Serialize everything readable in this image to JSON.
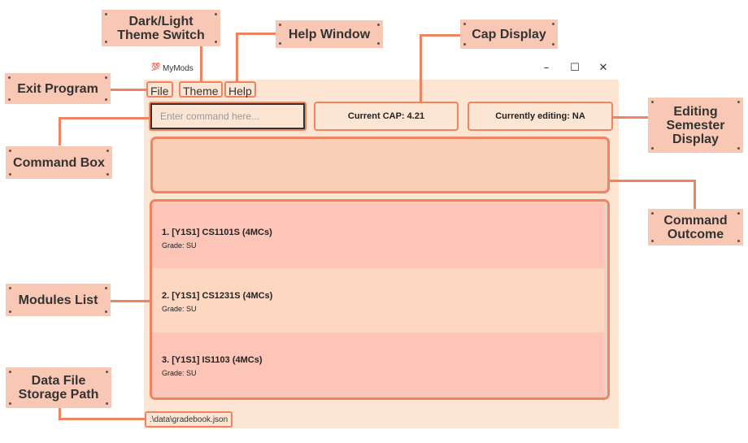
{
  "window": {
    "title": "MyMods",
    "app_icon": "💯",
    "controls": {
      "minimize": "–",
      "maximize": "☐",
      "close": "✕"
    }
  },
  "menu": {
    "file": "File",
    "theme": "Theme",
    "help": "Help"
  },
  "command_box": {
    "placeholder": "Enter command here..."
  },
  "cap_display": {
    "text": "Current CAP: 4.21"
  },
  "editing_display": {
    "text": "Currently editing: NA"
  },
  "modules": [
    {
      "title": "1.  [Y1S1] CS1101S (4MCs)",
      "grade": "Grade: SU",
      "color": "#fcc5b8"
    },
    {
      "title": "2.  [Y1S1] CS1231S (4MCs)",
      "grade": "Grade: SU",
      "color": "#fdd7c0"
    },
    {
      "title": "3.  [Y1S1] IS1103 (4MCs)",
      "grade": "Grade: SU",
      "color": "#fcc5b8"
    }
  ],
  "status": {
    "path": ".\\data\\gradebook.json"
  },
  "annotations": {
    "theme_switch": "Dark/Light Theme Switch",
    "help_window": "Help Window",
    "cap_display": "Cap Display",
    "exit_program": "Exit Program",
    "command_box": "Command Box",
    "editing_semester": "Editing Semester Display",
    "command_outcome": "Command Outcome",
    "modules_list": "Modules List",
    "data_path": "Data File Storage Path"
  },
  "colors": {
    "accent": "#f08462",
    "label_bg": "#f9c8b4",
    "window_bg": "#fde5d3"
  }
}
